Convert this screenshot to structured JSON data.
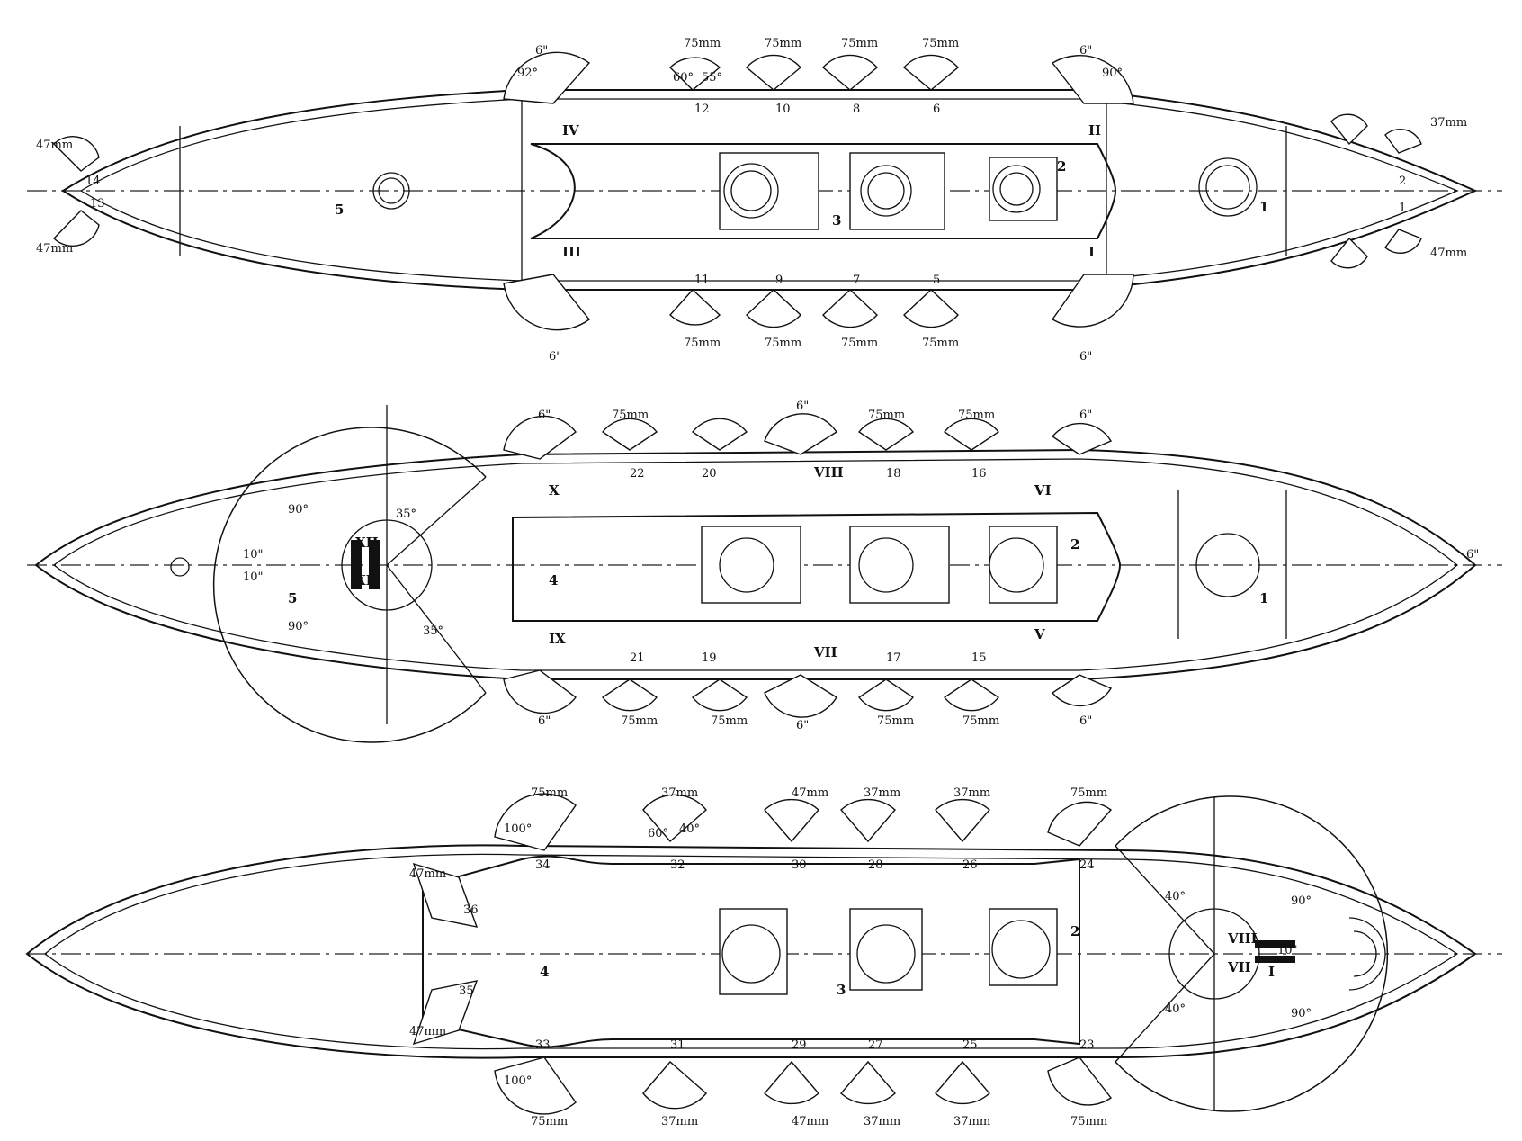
{
  "colors": {
    "ink": "#111111",
    "paper": "#ffffff"
  },
  "decks": [
    {
      "id": "upper",
      "labels": {
        "fwd_top": "6\"",
        "fwd_bot": "6\"",
        "aft_top": "6\"",
        "aft_bot": "6\"",
        "ang_90": "90°",
        "ang_92": "92°",
        "bat_top": [
          "75mm",
          "75mm",
          "75mm",
          "75mm"
        ],
        "bat_bot": [
          "75mm",
          "75mm",
          "75mm",
          "75mm"
        ],
        "num_top": [
          "12",
          "10",
          "8",
          "6"
        ],
        "num_bot": [
          "11",
          "9",
          "7",
          "5"
        ],
        "roman": [
          "IV",
          "III",
          "II",
          "I"
        ],
        "stern_guns": [
          "47mm",
          "47mm",
          "14",
          "13"
        ],
        "bow_guns": [
          "37mm",
          "47mm",
          "2",
          "1"
        ],
        "deck_nums": [
          "5",
          "3",
          "2",
          "1"
        ],
        "ang_55": "55°",
        "ang_60": "60°"
      }
    },
    {
      "id": "main",
      "labels": {
        "top_guns": [
          "6\"",
          "75mm",
          "6\"",
          "75mm",
          "75mm",
          "6\""
        ],
        "bot_guns": [
          "6\"",
          "75mm",
          "75mm",
          "6\"",
          "75mm",
          "75mm",
          "6\""
        ],
        "nums_top": [
          "22",
          "20",
          "18",
          "16"
        ],
        "nums_bot": [
          "21",
          "19",
          "17",
          "15"
        ],
        "roman": [
          "X",
          "VIII",
          "VI",
          "IX",
          "VII",
          "V",
          "XII",
          "XI"
        ],
        "turret_ang_90": "90°",
        "turret_ang_35": "35°",
        "turret_10": "10\"",
        "deck_nums": [
          "5",
          "4",
          "2",
          "1"
        ],
        "bow": "6\""
      }
    },
    {
      "id": "lower",
      "labels": {
        "top_cal": [
          "75mm",
          "37mm",
          "47mm",
          "37mm",
          "37mm",
          "75mm"
        ],
        "bot_cal": [
          "75mm",
          "37mm",
          "47mm",
          "37mm",
          "37mm",
          "75mm"
        ],
        "nums_top": [
          "34",
          "32",
          "30",
          "28",
          "26",
          "24"
        ],
        "nums_bot": [
          "33",
          "31",
          "29",
          "27",
          "25",
          "23"
        ],
        "ang_40": "40°",
        "ang_60": "60°",
        "ang_100": "100°",
        "turret_90": "90°",
        "turret_40": "40°",
        "turret_10": "10\"",
        "roman": [
          "VIII",
          "VII"
        ],
        "deck_nums": [
          "4",
          "3",
          "2",
          "I"
        ],
        "side": [
          "47mm",
          "47mm",
          "36",
          "35"
        ]
      }
    }
  ]
}
